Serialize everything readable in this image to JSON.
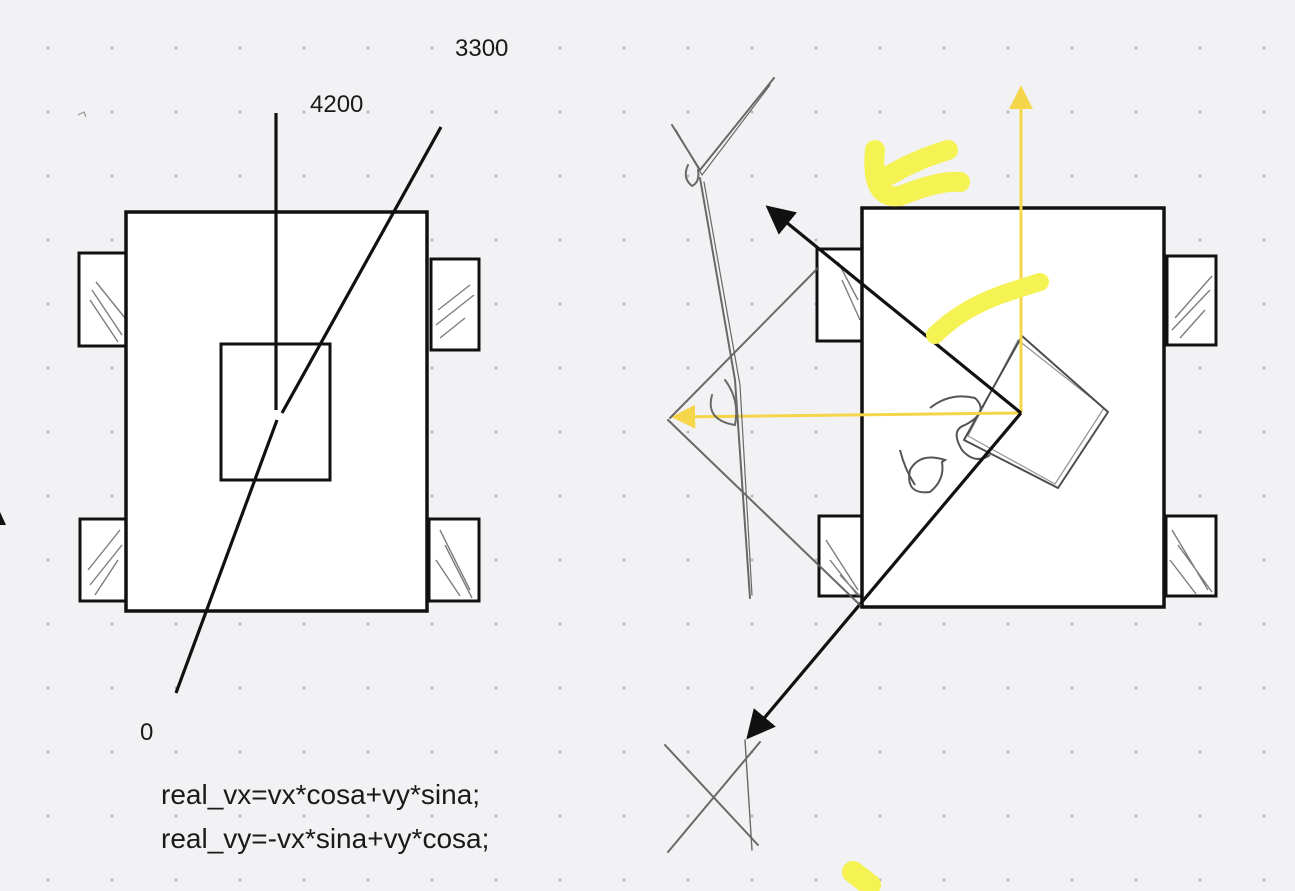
{
  "labels": {
    "top_right": "3300",
    "top_mid": "4200",
    "bottom": "0"
  },
  "formulas": [
    "real_vx=vx*cosa+vy*sina;",
    "real_vy=-vx*sina+vy*cosa;"
  ],
  "colors": {
    "ink": "#111111",
    "pencil": "#5a5a5a",
    "axis": "#f5d54a",
    "highlighter": "#f5f253",
    "background": "#f2f2f4",
    "grid_dot": "#b8b8c0"
  }
}
